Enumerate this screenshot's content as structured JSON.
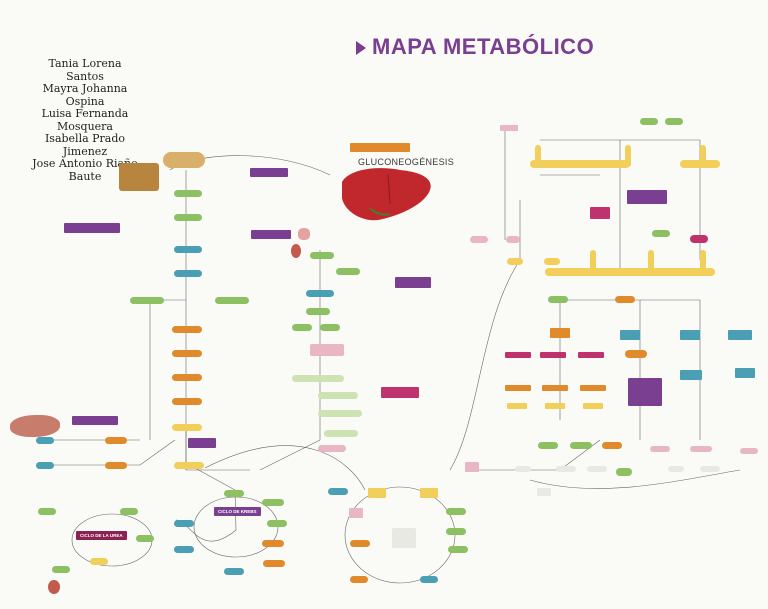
{
  "header": {
    "title": "MAPA METABÓLICO"
  },
  "authors": [
    "Tania Lorena Santos",
    "Mayra Johanna Ospina",
    "Luisa Fernanda Mosquera",
    "Isabella Prado Jimenez",
    "Jose Antonio Riaño Baute"
  ],
  "labels": {
    "gluconeogenesis": "GLUCONEOGÉNESIS",
    "cycle_krebs": "CICLO DE KREBS",
    "cycle_urea": "CICLO DE LA UREA"
  },
  "colors": {
    "title": "#7b3f91",
    "teal": "#2f8f9d",
    "green": "#6fa84a",
    "orange": "#e08a2c",
    "purple": "#7b3f91",
    "magenta": "#c0326e",
    "yellow": "#f2cf5b",
    "liver": "#c0282d",
    "line": "#555555"
  }
}
